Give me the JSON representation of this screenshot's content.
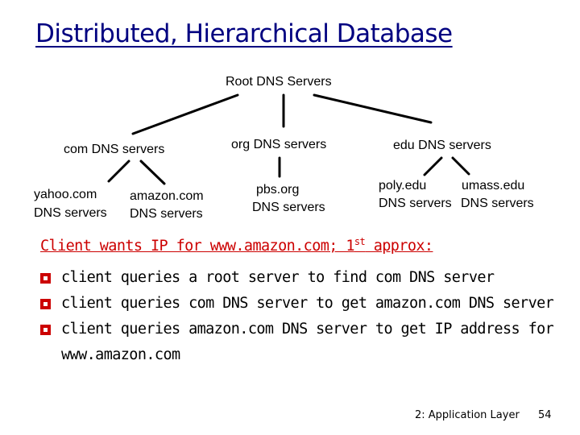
{
  "slide": {
    "title": "Distributed, Hierarchical Database",
    "diagram": {
      "root": "Root DNS Servers",
      "com": "com DNS servers",
      "org": "org DNS servers",
      "edu": "edu DNS servers",
      "yahoo": [
        "yahoo.com",
        "DNS servers"
      ],
      "amazon": [
        "amazon.com",
        "DNS servers"
      ],
      "pbs": [
        "pbs.org",
        "DNS servers"
      ],
      "poly": [
        "poly.edu",
        "DNS servers"
      ],
      "umass": [
        "umass.edu",
        "DNS servers"
      ]
    },
    "bullet_heading": "Client wants IP for www.amazon.com; 1",
    "bullet_heading_sup": "st",
    "bullet_heading_tail": " approx:",
    "bullets": [
      "client queries a root server to find com DNS server",
      "client queries com DNS server to get amazon.com DNS server",
      "client queries amazon.com DNS server to get  IP address for www.amazon.com"
    ],
    "footer": "2: Application Layer",
    "page_number": "54",
    "colors": {
      "title": "#000080",
      "accent": "#cc0000"
    }
  }
}
